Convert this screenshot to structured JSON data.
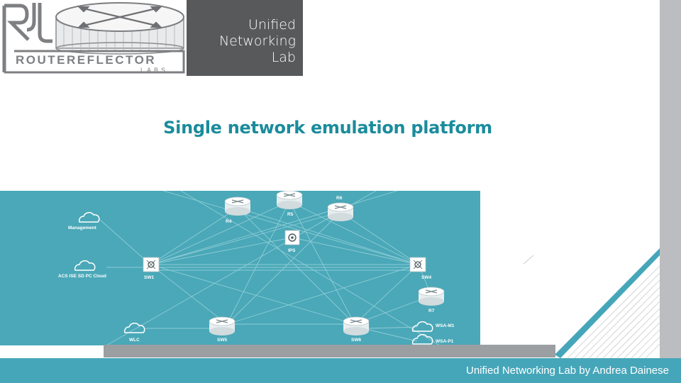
{
  "logo": {
    "name_line1": "ROUTEREFLECTOR",
    "name_line2": "LABS"
  },
  "unl_logo": {
    "line1": "Unified",
    "line2": "Networking",
    "line3": "Lab"
  },
  "title": "Single network emulation platform",
  "diagram": {
    "clouds": {
      "management": "Management",
      "acs": "ACS ISE SD PC Cloud",
      "wlc": "WLC",
      "wsa_m1": "WSA-M1",
      "wsa_p1": "WSA-P1"
    },
    "routers": {
      "r4": "R4",
      "r5": "R5",
      "r6": "R6",
      "r7": "R7"
    },
    "switches": {
      "sw1": "SW1",
      "sw4": "SW4",
      "sw5": "SW5",
      "sw6": "SW6"
    },
    "ips": "IPS"
  },
  "footer": "Unified Networking Lab by Andrea Dainese",
  "colors": {
    "teal": "#46a6b9",
    "title_teal": "#1a8c9c",
    "gray": "#58595b",
    "light_gray": "#bcbdc0"
  }
}
